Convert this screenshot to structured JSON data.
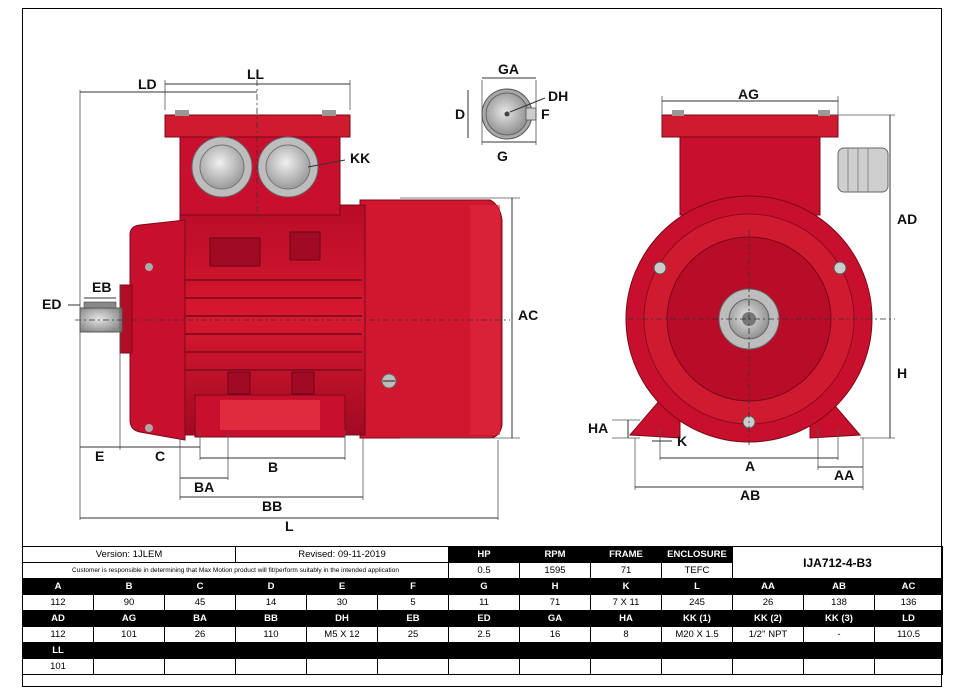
{
  "dimension_labels": {
    "LD": "LD",
    "LL": "LL",
    "KK": "KK",
    "EB": "EB",
    "ED": "ED",
    "E": "E",
    "C": "C",
    "B": "B",
    "BA": "BA",
    "BB": "BB",
    "L": "L",
    "AC": "AC",
    "GA": "GA",
    "DH": "DH",
    "D": "D",
    "F": "F",
    "G": "G",
    "AG": "AG",
    "AD": "AD",
    "H": "H",
    "HA": "HA",
    "K": "K",
    "A": "A",
    "AA": "AA",
    "AB": "AB"
  },
  "info": {
    "version": "Version: 1JLEM",
    "revised": "Revised: 09-11-2019",
    "disclaimer": "Customer is responsible in determining that Max Motion product will fit/perform suitably in the intended application",
    "model": "IJA712-4-B3"
  },
  "ratings": {
    "headers": [
      "HP",
      "RPM",
      "FRAME",
      "ENCLOSURE"
    ],
    "values": [
      "0.5",
      "1595",
      "71",
      "TEFC"
    ]
  },
  "dimensions_table": {
    "row1_headers": [
      "A",
      "B",
      "C",
      "D",
      "E",
      "F",
      "G",
      "H",
      "K",
      "L",
      "AA",
      "AB",
      "AC"
    ],
    "row1_values": [
      "112",
      "90",
      "45",
      "14",
      "30",
      "5",
      "11",
      "71",
      "7 X 11",
      "245",
      "26",
      "138",
      "136"
    ],
    "row2_headers": [
      "AD",
      "AG",
      "BA",
      "BB",
      "DH",
      "EB",
      "ED",
      "GA",
      "HA",
      "KK (1)",
      "KK (2)",
      "KK (3)",
      "LD"
    ],
    "row2_values": [
      "112",
      "101",
      "26",
      "110",
      "M5 X 12",
      "25",
      "2.5",
      "16",
      "8",
      "M20 X 1.5",
      "1/2'' NPT",
      "-",
      "110.5"
    ],
    "row3_headers": [
      "LL"
    ],
    "row3_values": [
      "101"
    ]
  },
  "colors": {
    "motor_red": "#c8102e",
    "motor_dark": "#8e0a1e",
    "motor_light": "#e0303f",
    "gland_grey": "#c8c8c8",
    "header_black": "#000000"
  }
}
